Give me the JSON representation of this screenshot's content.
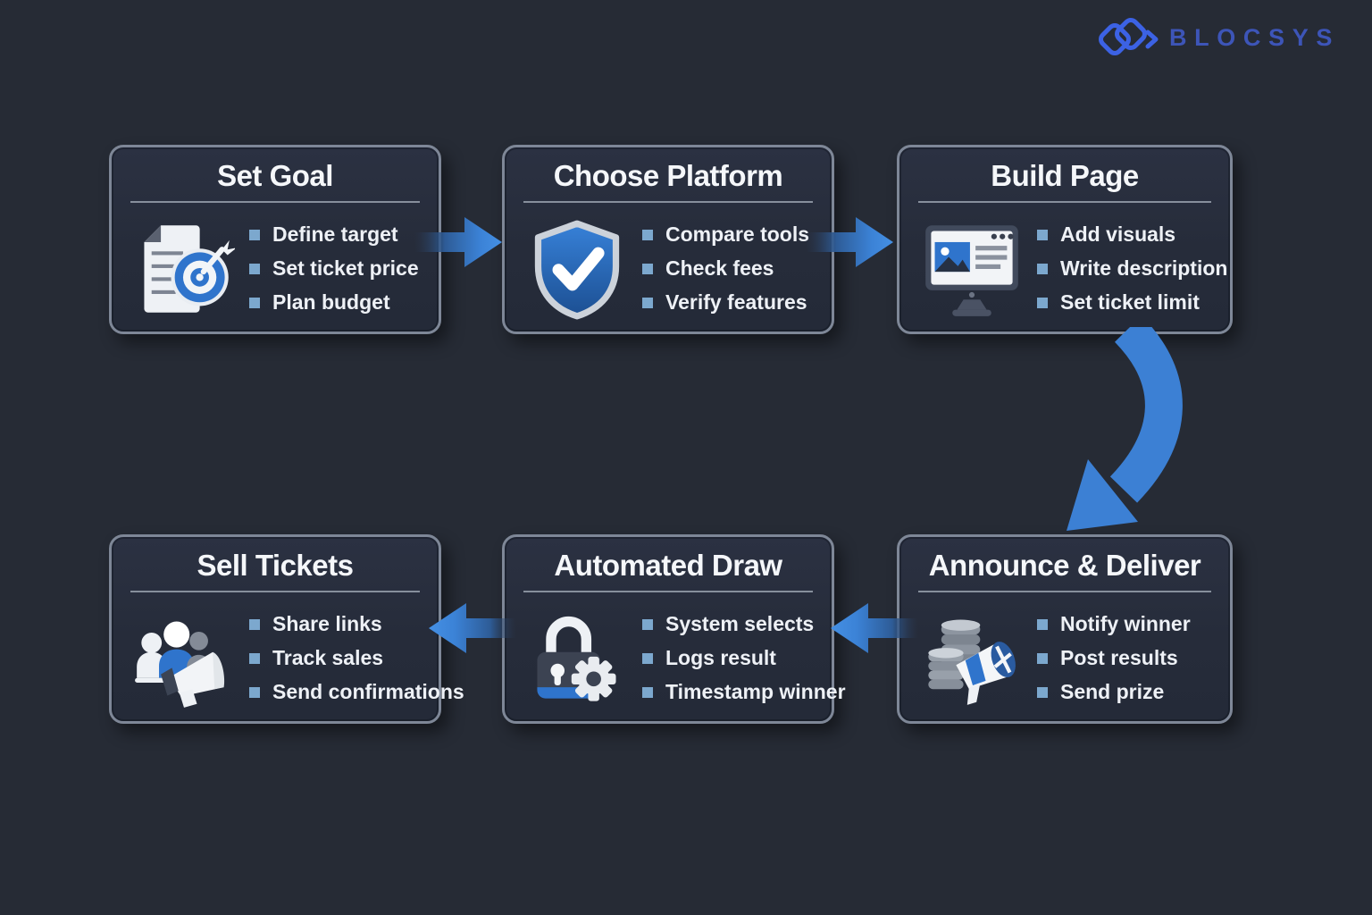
{
  "logo": {
    "brand": "BLOCSYS",
    "text_color": "#3d55b8",
    "mark_color": "#3c62e4",
    "mark_icon": "overlapping-diamonds-chevron-icon"
  },
  "flow": {
    "steps": [
      {
        "title": "Set Goal",
        "icon": "document-target-icon",
        "items": [
          "Define target",
          "Set ticket price",
          "Plan budget"
        ]
      },
      {
        "title": "Choose Platform",
        "icon": "shield-check-icon",
        "items": [
          "Compare tools",
          "Check fees",
          "Verify features"
        ]
      },
      {
        "title": "Build Page",
        "icon": "monitor-page-icon",
        "items": [
          "Add visuals",
          "Write description",
          "Set ticket limit"
        ]
      },
      {
        "title": "Sell Tickets",
        "icon": "people-megaphone-icon",
        "items": [
          "Share links",
          "Track sales",
          "Send confirmations"
        ]
      },
      {
        "title": "Automated Draw",
        "icon": "lock-gear-icon",
        "items": [
          "System selects",
          "Logs result",
          "Timestamp winner"
        ]
      },
      {
        "title": "Announce & Deliver",
        "icon": "coins-megaphone-icon",
        "items": [
          "Notify winner",
          "Post results",
          "Send prize"
        ]
      }
    ],
    "connections": [
      {
        "from": "Set Goal",
        "to": "Choose Platform",
        "shape": "straight",
        "direction": "right"
      },
      {
        "from": "Choose Platform",
        "to": "Build Page",
        "shape": "straight",
        "direction": "right"
      },
      {
        "from": "Build Page",
        "to": "Announce & Deliver",
        "shape": "curved",
        "direction": "down"
      },
      {
        "from": "Announce & Deliver",
        "to": "Automated Draw",
        "shape": "straight",
        "direction": "left"
      },
      {
        "from": "Automated Draw",
        "to": "Sell Tickets",
        "shape": "straight",
        "direction": "left"
      }
    ]
  },
  "colors": {
    "background": "#262b35",
    "card_background": "#272d3b",
    "card_border": "#7e8797",
    "title_text": "#f5f7fa",
    "item_text": "#eef1f6",
    "bullet": "#7ca8ce",
    "divider": "#98a0ad",
    "arrow": "#3f86dc",
    "accent_blue": "#2f74cc"
  }
}
